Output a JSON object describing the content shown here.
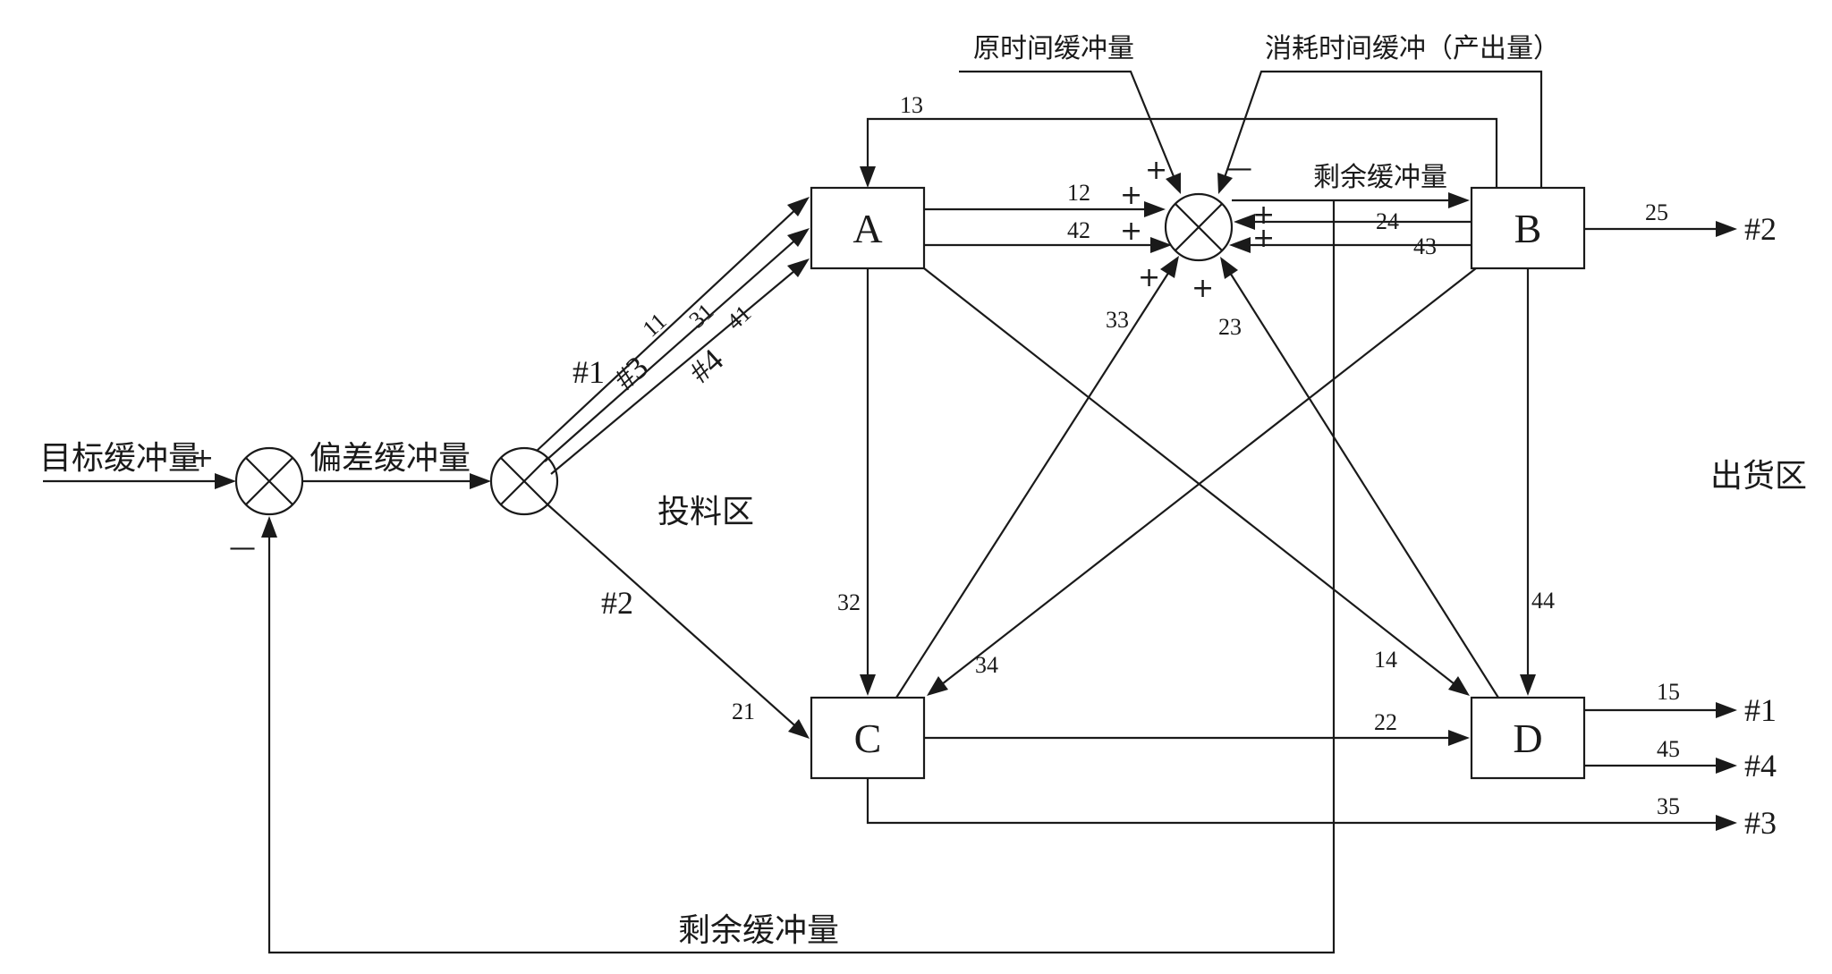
{
  "labels": {
    "target_buffer": "目标缓冲量",
    "deviation_buffer": "偏差缓冲量",
    "feeding_zone": "投料区",
    "shipping_zone": "出货区",
    "remaining_buffer_top": "剩余缓冲量",
    "remaining_buffer_bottom": "剩余缓冲量",
    "original_time_buffer": "原时间缓冲量",
    "consumed_time_buffer": "消耗时间缓冲（产出量）"
  },
  "nodes": {
    "A": "A",
    "B": "B",
    "C": "C",
    "D": "D"
  },
  "signs": {
    "plus": "+",
    "minus": "—"
  },
  "inputs": {
    "h1": "#1",
    "h3": "#3",
    "h4": "#4",
    "h2": "#2"
  },
  "outputs": {
    "o2": "#2",
    "o1": "#1",
    "o4": "#4",
    "o3": "#3"
  },
  "edges": {
    "e11": "11",
    "e31": "31",
    "e41": "41",
    "e21": "21",
    "e13": "13",
    "e12": "12",
    "e42": "42",
    "e24": "24",
    "e43": "43",
    "e25": "25",
    "e33": "33",
    "e23": "23",
    "e32": "32",
    "e34": "34",
    "e14": "14",
    "e44": "44",
    "e22": "22",
    "e15": "15",
    "e45": "45",
    "e35": "35"
  }
}
